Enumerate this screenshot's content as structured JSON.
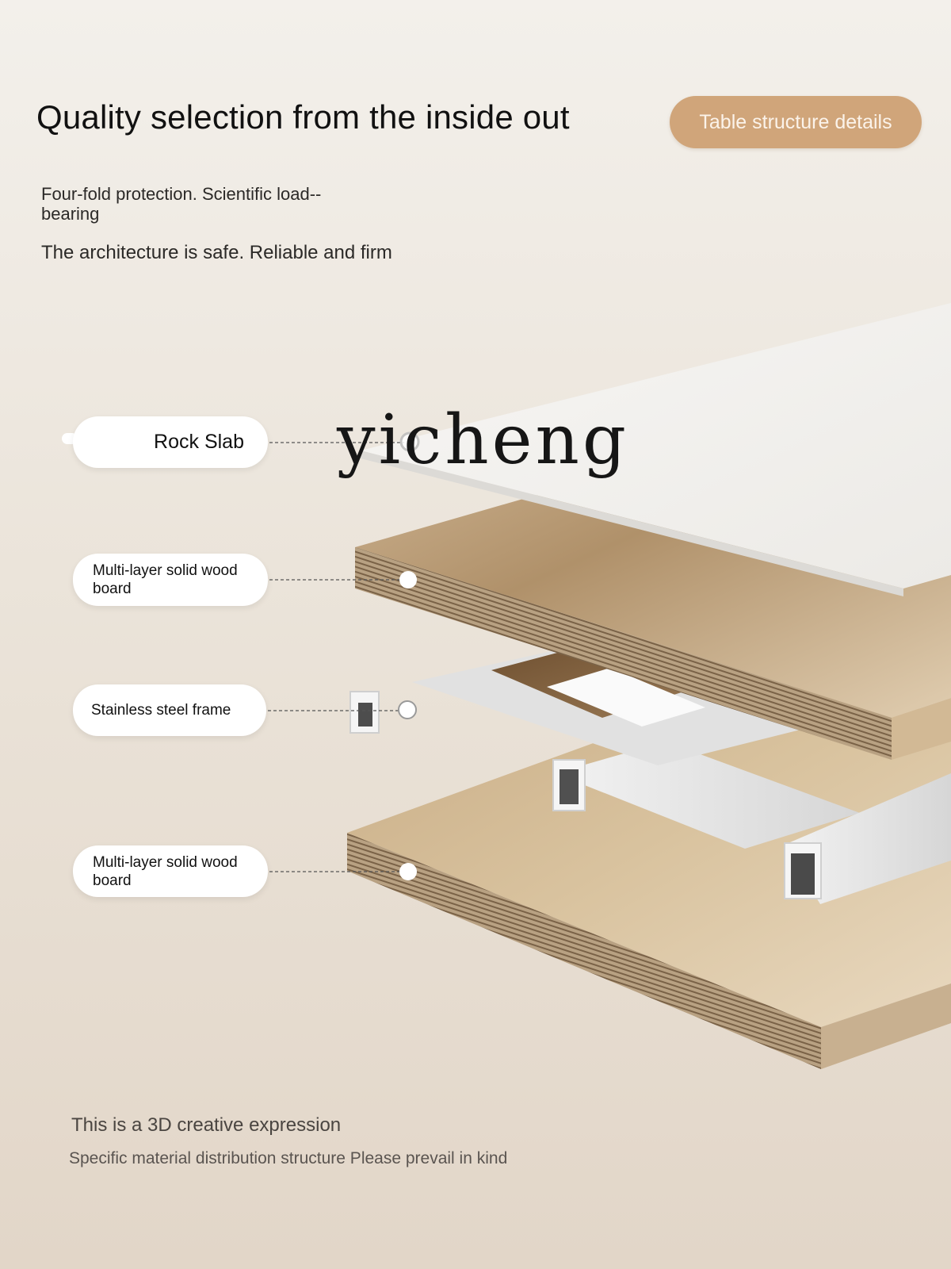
{
  "header": {
    "headline": "Quality selection from the inside out",
    "badge_label": "Table structure details"
  },
  "intro": {
    "line1": "Four-fold protection. Scientific load--bearing",
    "line2": "The architecture is safe. Reliable and firm"
  },
  "layers": [
    {
      "label": "Rock Slab"
    },
    {
      "label": "Multi-layer solid wood board"
    },
    {
      "label": "Stainless steel frame"
    },
    {
      "label": "Multi-layer solid wood board"
    }
  ],
  "watermark": "yicheng",
  "footer": {
    "note_title": "This is a 3D creative expression",
    "note_body": "Specific material distribution structure Please prevail in kind"
  },
  "colors": {
    "badge": "#d0a57a",
    "wood_light": "#d9c2a0",
    "wood_dark": "#7a5a3a",
    "slab": "#f4f3f1",
    "steel": "#e6e6e6"
  }
}
